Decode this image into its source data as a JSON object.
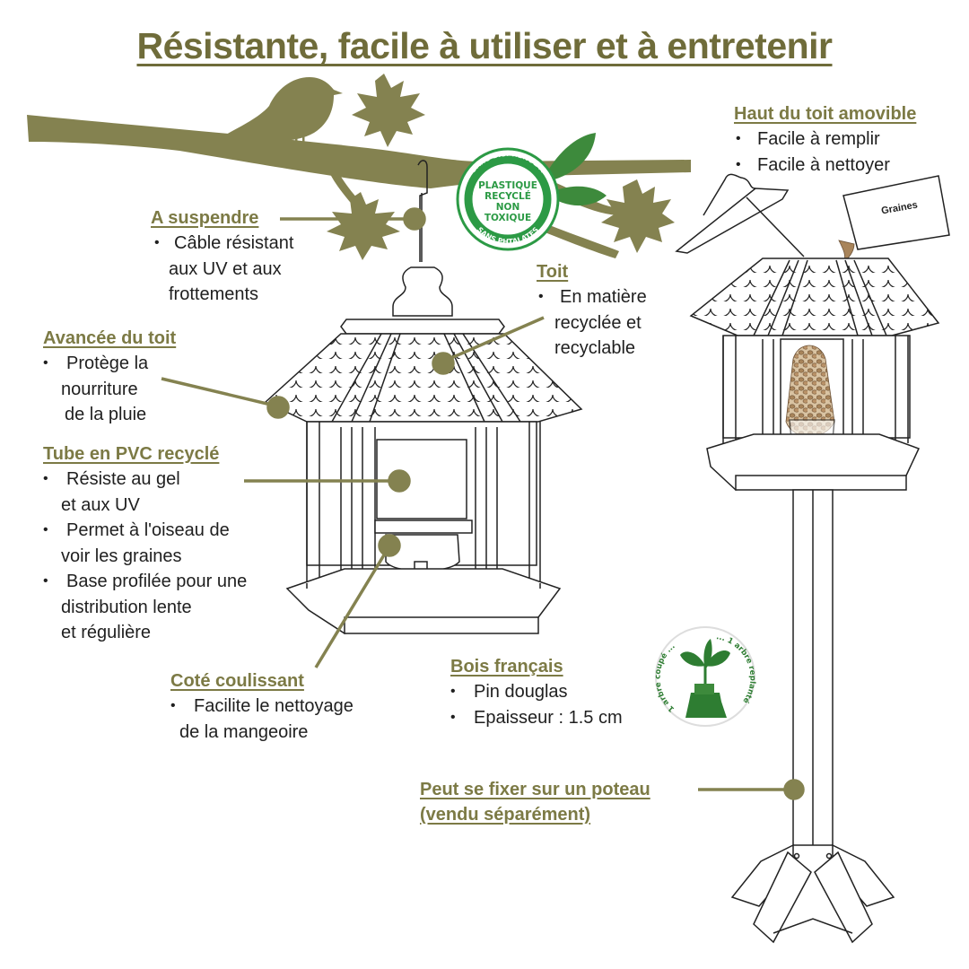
{
  "title": "Résistante, facile à utiliser et à entretenir",
  "colors": {
    "accent_olive": "#848250",
    "heading_olive": "#7c7a45",
    "badge_green": "#2c9a45",
    "leaf_green": "#3d8a3c",
    "seed_brown": "#a8845a"
  },
  "callouts": {
    "suspendre": {
      "heading": "A suspendre",
      "lines": [
        "Câble résistant",
        "aux UV et aux",
        "frottements"
      ]
    },
    "avancee": {
      "heading": "Avancée du toit",
      "lines": [
        "Protège la",
        "nourriture",
        "de la pluie"
      ]
    },
    "tube": {
      "heading": "Tube en PVC recyclé",
      "items": [
        [
          "Résiste au gel",
          "et aux UV"
        ],
        [
          "Permet à l'oiseau de",
          "voir les graines"
        ],
        [
          "Base profilée pour une",
          "distribution lente",
          "et régulière"
        ]
      ]
    },
    "toit": {
      "heading": "Toit",
      "lines": [
        "En matière",
        "recyclée et",
        "recyclable"
      ]
    },
    "haut_toit": {
      "heading": "Haut du toit amovible",
      "items": [
        "Facile à remplir",
        "Facile à nettoyer"
      ]
    },
    "coulissant": {
      "heading": "Coté coulissant",
      "lines": [
        "Facilite le nettoyage",
        "de la mangeoire"
      ]
    },
    "bois": {
      "heading": "Bois français",
      "items": [
        "Pin douglas",
        "Epaisseur : 1.5 cm"
      ]
    },
    "poteau": {
      "heading_line1": "Peut se fixer sur un poteau",
      "heading_line2": "(vendu séparément)"
    }
  },
  "badges": {
    "plastique": {
      "ring_top": "SANS BISPHENOL A",
      "ring_bottom": "SANS PHTALATES",
      "center_lines": [
        "PLASTIQUE",
        "RECYCLÉ",
        "NON",
        "TOXIQUE"
      ]
    },
    "arbre": {
      "left_text": "1 arbre coupé ...",
      "right_text": "... 1 arbre replanté"
    }
  },
  "seed_bag_label": "Graines",
  "icons": [
    "bird-silhouette-icon",
    "maple-leaf-icon",
    "plant-sprout-icon",
    "tree-stump-icon"
  ]
}
